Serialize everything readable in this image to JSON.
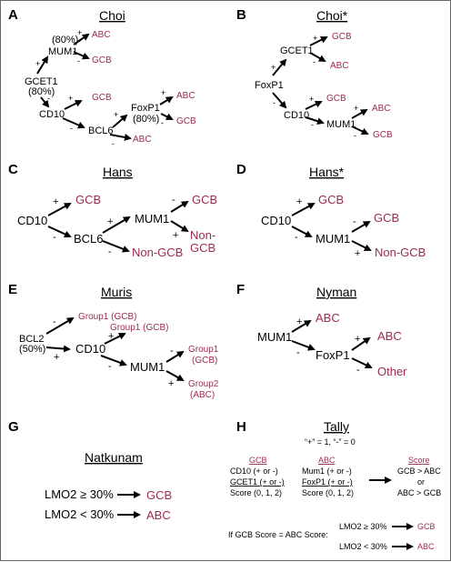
{
  "panels": {
    "a": {
      "label": "A",
      "title": "Choi",
      "gcet1": "GCET1",
      "gcet1_pct": "(80%)",
      "mum1": "MUM1",
      "mum1_pct": "(80%)",
      "cd10": "CD10",
      "bcl6": "BCL6",
      "foxp1": "FoxP1",
      "foxp1_pct": "(80%)",
      "abc": "ABC",
      "gcb": "GCB",
      "plus": "+",
      "minus": "-"
    },
    "b": {
      "label": "B",
      "title": "Choi*",
      "gcet1": "GCET1",
      "foxp1": "FoxP1",
      "cd10": "CD10",
      "mum1": "MUM1",
      "abc": "ABC",
      "gcb": "GCB",
      "plus": "+",
      "minus": "-"
    },
    "c": {
      "label": "C",
      "title": "Hans",
      "cd10": "CD10",
      "bcl6": "BCL6",
      "mum1": "MUM1",
      "gcb": "GCB",
      "non_gcb": "Non-GCB",
      "non": "Non-",
      "gcb2": "GCB",
      "plus": "+",
      "minus": "-"
    },
    "d": {
      "label": "D",
      "title": "Hans*",
      "cd10": "CD10",
      "mum1": "MUM1",
      "gcb": "GCB",
      "non_gcb": "Non-GCB",
      "plus": "+",
      "minus": "-"
    },
    "e": {
      "label": "E",
      "title": "Muris",
      "bcl2": "BCL2",
      "bcl2_pct": "(50%)",
      "cd10": "CD10",
      "mum1": "MUM1",
      "group1_gcb": "Group1 (GCB)",
      "group1": "Group1",
      "gcb_paren": "(GCB)",
      "group2": "Group2",
      "abc_paren": "(ABC)",
      "plus": "+",
      "minus": "-"
    },
    "f": {
      "label": "F",
      "title": "Nyman",
      "mum1": "MUM1",
      "foxp1": "FoxP1",
      "abc": "ABC",
      "other": "Other",
      "plus": "+",
      "minus": "-"
    },
    "g": {
      "label": "G",
      "title": "Natkunam",
      "row1": "LMO2 ≥ 30%",
      "row2": "LMO2 < 30%",
      "gcb": "GCB",
      "abc": "ABC"
    },
    "h": {
      "label": "H",
      "title": "Tally",
      "rule": "“+” = 1, “-” = 0",
      "gcb_head": "GCB",
      "gcb_r1": "CD10 (+ or -)",
      "gcb_r2": "GCET1 (+ or -)",
      "gcb_r3": "Score (0, 1, 2)",
      "abc_head": "ABC",
      "abc_r1": "Mum1 (+ or -)",
      "abc_r2": "FoxP1 (+ or -)",
      "abc_r3": "Score (0, 1, 2)",
      "score_head": "Score",
      "score_r1": "GCB > ABC",
      "score_or": "or",
      "score_r2": "ABC > GCB",
      "tie": "If GCB Score = ABC Score:",
      "lmo_hi": "LMO2 ≥ 30%",
      "lmo_lo": "LMO2 < 30%",
      "gcb": "GCB",
      "abc": "ABC"
    }
  }
}
